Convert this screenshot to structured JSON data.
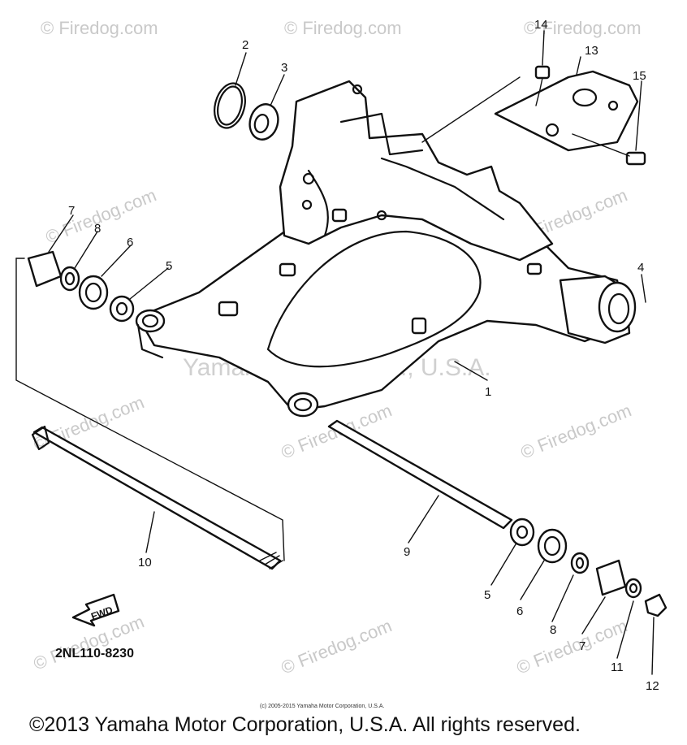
{
  "diagram": {
    "callouts": [
      {
        "id": "c1",
        "label": "1"
      },
      {
        "id": "c2",
        "label": "2"
      },
      {
        "id": "c3",
        "label": "3"
      },
      {
        "id": "c4",
        "label": "4"
      },
      {
        "id": "c5a",
        "label": "5"
      },
      {
        "id": "c5b",
        "label": "5"
      },
      {
        "id": "c6a",
        "label": "6"
      },
      {
        "id": "c6b",
        "label": "6"
      },
      {
        "id": "c7a",
        "label": "7"
      },
      {
        "id": "c7b",
        "label": "7"
      },
      {
        "id": "c8a",
        "label": "8"
      },
      {
        "id": "c8b",
        "label": "8"
      },
      {
        "id": "c9",
        "label": "9"
      },
      {
        "id": "c10",
        "label": "10"
      },
      {
        "id": "c11",
        "label": "11"
      },
      {
        "id": "c12",
        "label": "12"
      },
      {
        "id": "c13",
        "label": "13"
      },
      {
        "id": "c14",
        "label": "14"
      },
      {
        "id": "c15",
        "label": "15"
      }
    ],
    "fwd_label": "FWD",
    "part_code": "2NL110-8230",
    "watermark_center": "Yamaha Motor Corp., U.S.A.",
    "watermark_small": "© Firedog.com"
  },
  "footer": {
    "small_copyright": "(c) 2005-2015 Yamaha Motor Corporation, U.S.A.",
    "copyright": "©2013 Yamaha Motor Corporation, U.S.A. All rights reserved."
  }
}
